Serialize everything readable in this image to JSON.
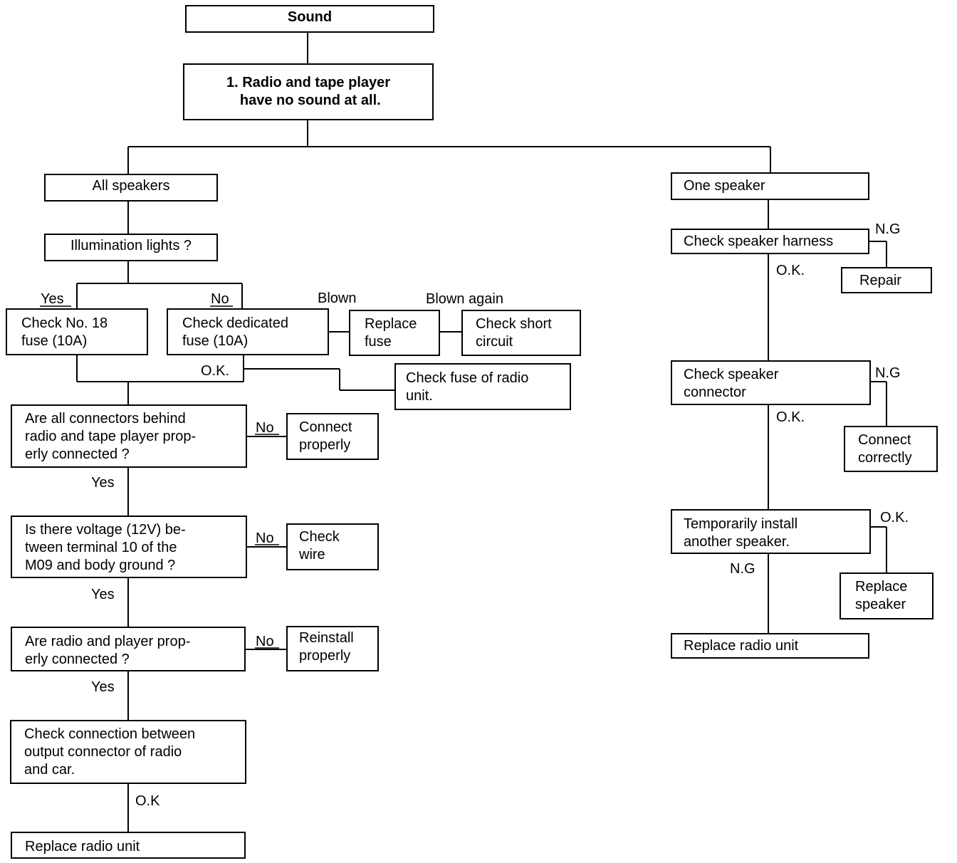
{
  "boxes": {
    "sound": "Sound",
    "no_sound": "1. Radio and tape player\n have no sound at all.",
    "all_speakers": "All speakers",
    "illumination": "Illumination lights ?",
    "check_no18": "Check No. 18\nfuse (10A)",
    "check_dedicated": "Check dedicated\nfuse (10A)",
    "replace_fuse": "Replace\nfuse",
    "check_short": "Check short\ncircuit",
    "check_fuse_radio": "Check fuse of radio\nunit.",
    "connectors_q": "Are all connectors behind\nradio and tape player prop-\nerly connected ?",
    "connect_properly": "Connect\nproperly",
    "voltage_q": "Is there voltage (12V) be-\ntween terminal 10 of the\nM09 and body ground ?",
    "check_wire": "Check\nwire",
    "radio_player_q": "Are radio and player prop-\nerly connected ?",
    "reinstall": "Reinstall\nproperly",
    "check_connection": "Check connection between\noutput connector of radio\nand car.",
    "replace_radio_left": "Replace radio unit",
    "one_speaker": "One speaker",
    "check_harness": "Check speaker harness",
    "repair": "Repair",
    "check_connector": "Check speaker\nconnector",
    "connect_correctly": "Connect\ncorrectly",
    "temp_install": "Temporarily install\nanother speaker.",
    "replace_speaker": "Replace\nspeaker",
    "replace_radio_right": "Replace radio unit"
  },
  "labels": {
    "yes_left": "Yes",
    "no_illum": "No",
    "blown": "Blown",
    "blown_again": "Blown again",
    "ok_fuse": "O.K.",
    "no_conn": "No",
    "yes_conn": "Yes",
    "no_volt": "No",
    "yes_volt": "Yes",
    "no_player": "No",
    "yes_player": "Yes",
    "ok_conn": "O.K",
    "ng_harness": "N.G",
    "ok_harness": "O.K.",
    "ng_connector": "N.G",
    "ok_connector": "O.K.",
    "ok_temp": "O.K.",
    "ng_temp": "N.G"
  }
}
